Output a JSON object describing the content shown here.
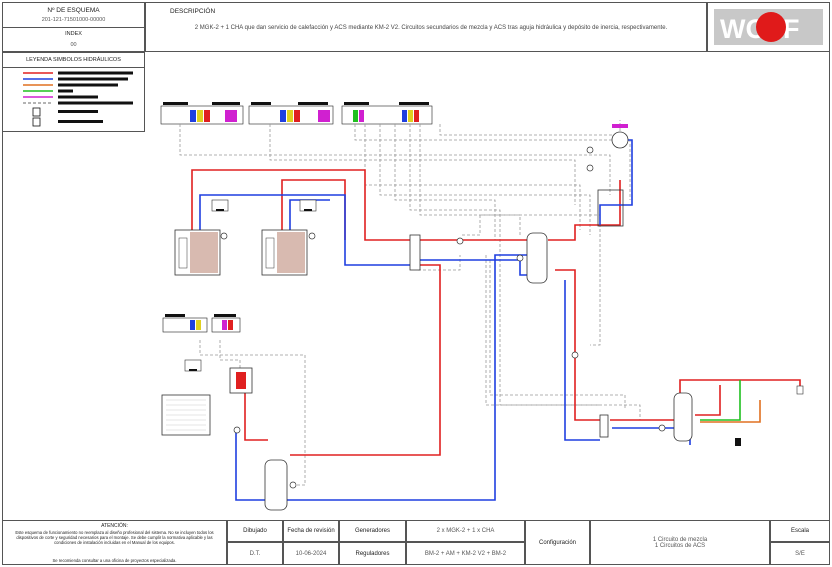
{
  "header": {
    "scheme_label": "Nº DE ESQUEMA",
    "scheme_number": "201-121-71501000-00000",
    "index_label": "INDEX",
    "index_value": "00",
    "description_label": "DESCRIPCIÓN",
    "description_text": "2 MGK-2 + 1 CHA que dan servicio de calefacción y ACS mediante KM-2 V2.  Circuitos secundarios de mezcla y ACS tras aguja hidráulica y depósito de inercia, respectivamente.",
    "logo_text": "WOLF"
  },
  "legend": {
    "title": "LEYENDA SIMBOLOS HIDRÁULICOS",
    "colors": [
      "#e02020",
      "#1f3fe0",
      "#e07020",
      "#20c020",
      "#d020d0",
      "#888888"
    ]
  },
  "footer": {
    "attention_title": "ATENCIÓN:",
    "attention_text": "Este esquema de funcionamiento no reemplaza al diseño profesional del sistema. No se incluyen todos los dispositivos de corte y seguridad necesarios para el montaje. Se debe cumplir la normativa aplicable y las condiciones de instalación incluidas en el Manual de los equipos.",
    "attention_note": "Se recomienda consultar a una oficina de proyectos especializada.",
    "drawn_label": "Dibujado",
    "drawn_value": "D.T.",
    "date_label": "Fecha de revisión",
    "date_value": "10-06-2024",
    "generators_label": "Generadores",
    "generators_value": "2 x MGK-2 + 1 x CHA",
    "regulators_label": "Reguladores",
    "regulators_value": "BM-2 + AM + KM-2 V2 + BM-2",
    "config_label": "Configuración",
    "config_value_1": "1 Circuito de mezcla",
    "config_value_2": "1 Circuitos de ACS",
    "scale_label": "Escala",
    "scale_value": "S/E"
  },
  "colors": {
    "hot": "#e02020",
    "cold": "#1f3fe0",
    "dhw": "#e07020",
    "green": "#20c020",
    "signal": "#999999",
    "logo_red": "#e01a1a",
    "logo_grey": "#b0b0b0"
  }
}
